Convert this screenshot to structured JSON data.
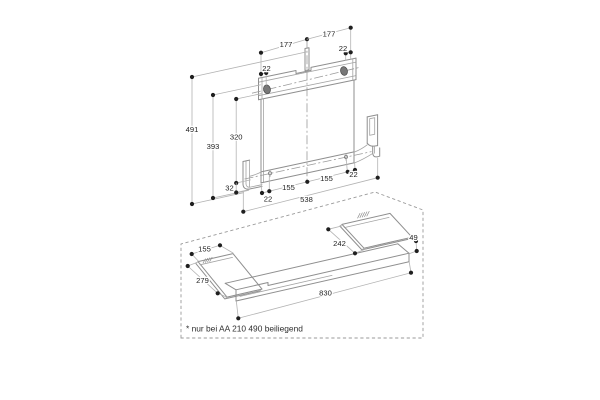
{
  "colors": {
    "background": "#ffffff",
    "object_line": "#8f8f8f",
    "dimension_line": "#b3b3b3",
    "label_text": "#1f1f1f",
    "hole_fill": "#787878"
  },
  "upper_diagram": {
    "dimensions": {
      "width_177_left": "177",
      "width_177_right": "177",
      "offset_22_top_left": "22",
      "offset_22_top_right": "22",
      "height_491": "491",
      "height_393": "393",
      "height_320": "320",
      "height_32": "32",
      "width_155_left": "155",
      "width_155_right": "155",
      "offset_22_bottom_left": "22",
      "offset_22_bottom_right": "22",
      "width_538": "538"
    }
  },
  "lower_diagram": {
    "dimensions": {
      "width_155": "155",
      "depth_279": "279",
      "width_242": "242",
      "height_49": "49",
      "width_830": "830"
    },
    "footnote": "* nur bei AA 210 490 beiliegend"
  }
}
